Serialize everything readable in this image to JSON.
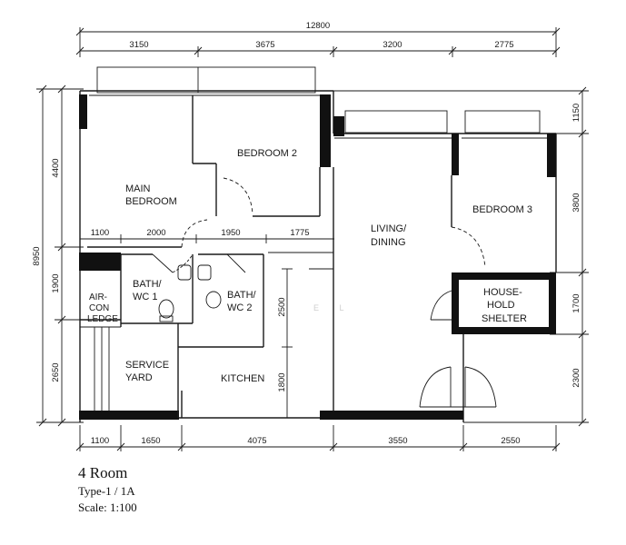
{
  "dimensions": {
    "overall_top": "12800",
    "top": [
      "3150",
      "3675",
      "3200",
      "2775"
    ],
    "bottom": [
      "1100",
      "1650",
      "4075",
      "3550",
      "2550"
    ],
    "interior": [
      "1100",
      "2000",
      "1950",
      "1775"
    ],
    "left_overall": "8950",
    "left": [
      "4400",
      "1900",
      "2650"
    ],
    "right": [
      "1150",
      "3800",
      "1700",
      "2300"
    ],
    "kitchen_vertical": [
      "2500",
      "1800"
    ]
  },
  "rooms": {
    "main_bedroom": [
      "MAIN",
      "BEDROOM"
    ],
    "bedroom2": "BEDROOM 2",
    "bedroom3": "BEDROOM 3",
    "living": [
      "LIVING/",
      "DINING"
    ],
    "bath1": [
      "BATH/",
      "WC 1"
    ],
    "bath2": [
      "BATH/",
      "WC 2"
    ],
    "aircon": [
      "AIR-",
      "CON",
      "LEDGE"
    ],
    "service": [
      "SERVICE",
      "YARD"
    ],
    "kitchen": "KITCHEN",
    "shelter": [
      "HOUSE-",
      "HOLD",
      "SHELTER"
    ]
  },
  "watermark": "E L",
  "title": {
    "name": "4 Room",
    "type": "Type-1  / 1A",
    "scale": "Scale: 1:100"
  }
}
